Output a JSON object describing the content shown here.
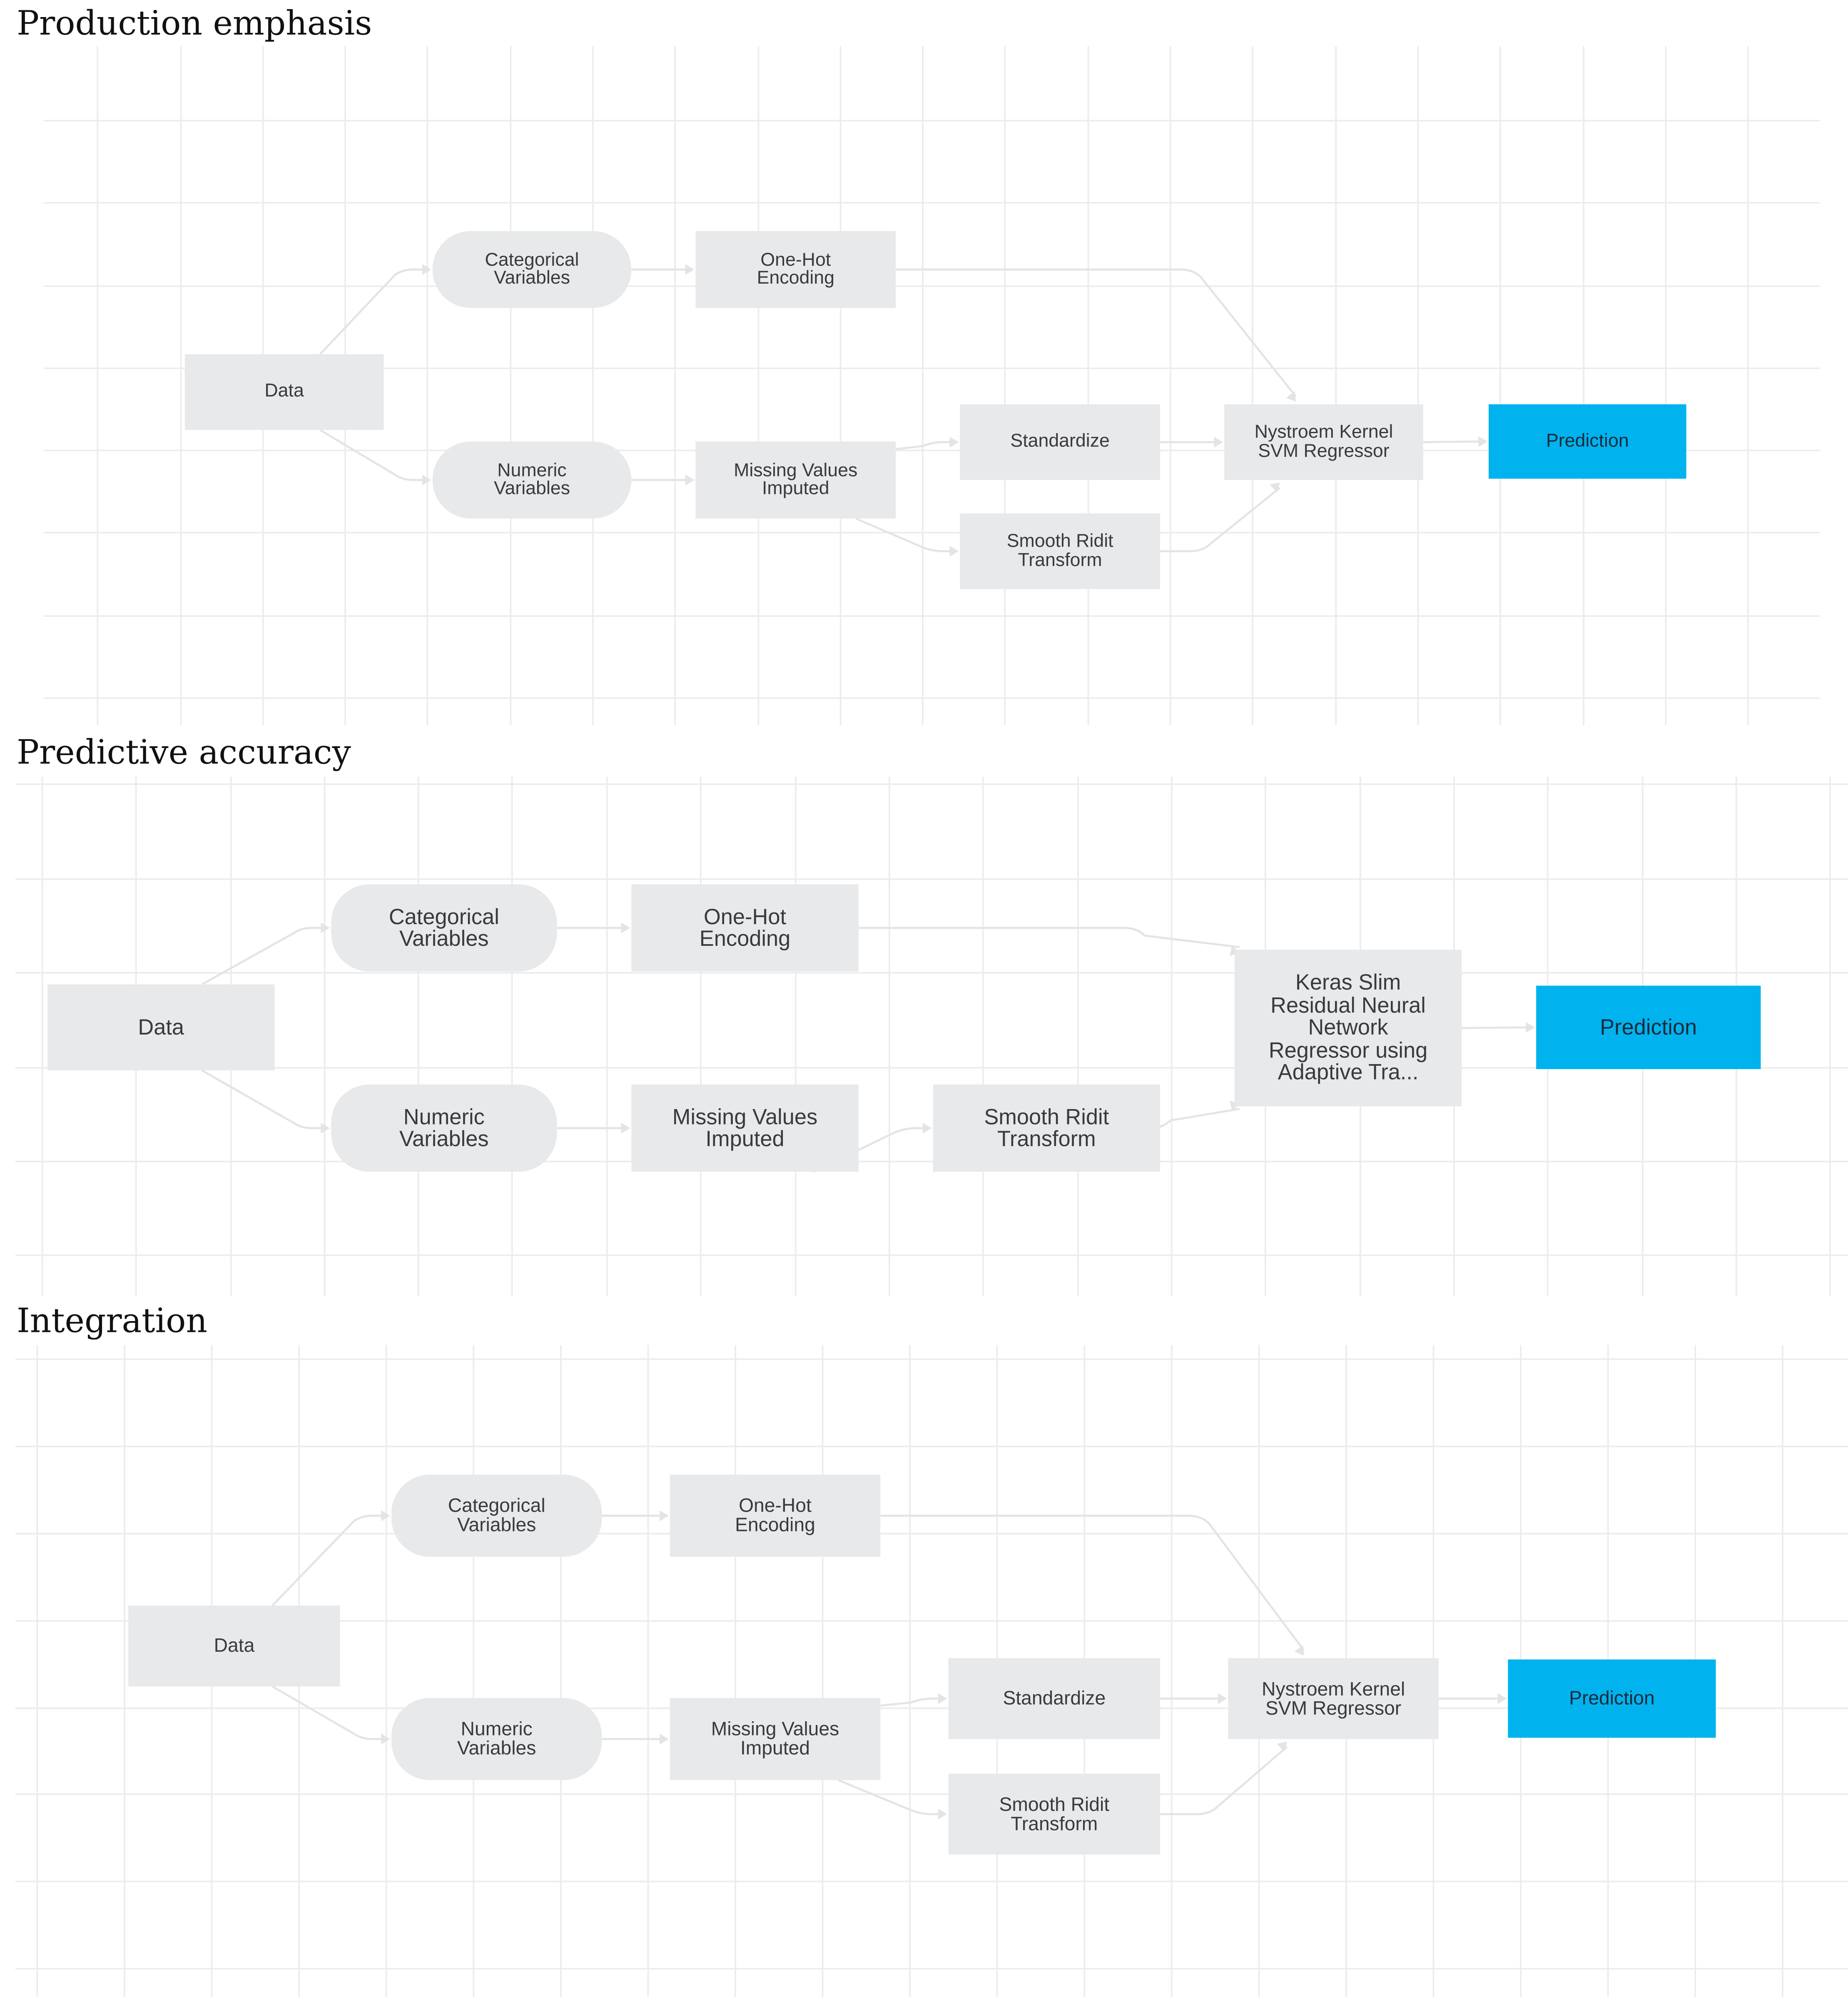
{
  "diagrams": [
    {
      "title": "Production emphasis",
      "nodes": [
        {
          "id": "data",
          "label": "Data"
        },
        {
          "id": "cat",
          "label": "Categorical\nVariables"
        },
        {
          "id": "num",
          "label": "Numeric\nVariables"
        },
        {
          "id": "onehot",
          "label": "One-Hot\nEncoding"
        },
        {
          "id": "missing",
          "label": "Missing Values\nImputed"
        },
        {
          "id": "standardize",
          "label": "Standardize"
        },
        {
          "id": "ridit",
          "label": "Smooth Ridit\nTransform"
        },
        {
          "id": "model",
          "label": "Nystroem Kernel\nSVM Regressor"
        },
        {
          "id": "prediction",
          "label": "Prediction"
        }
      ],
      "edges": [
        [
          "data",
          "cat"
        ],
        [
          "data",
          "num"
        ],
        [
          "cat",
          "onehot"
        ],
        [
          "num",
          "missing"
        ],
        [
          "missing",
          "standardize"
        ],
        [
          "missing",
          "ridit"
        ],
        [
          "onehot",
          "model"
        ],
        [
          "standardize",
          "model"
        ],
        [
          "ridit",
          "model"
        ],
        [
          "model",
          "prediction"
        ]
      ]
    },
    {
      "title": "Predictive accuracy",
      "nodes": [
        {
          "id": "data",
          "label": "Data"
        },
        {
          "id": "cat",
          "label": "Categorical\nVariables"
        },
        {
          "id": "num",
          "label": "Numeric\nVariables"
        },
        {
          "id": "onehot",
          "label": "One-Hot\nEncoding"
        },
        {
          "id": "missing",
          "label": "Missing Values\nImputed"
        },
        {
          "id": "ridit",
          "label": "Smooth Ridit\nTransform"
        },
        {
          "id": "model",
          "label": "Keras Slim\nResidual Neural\nNetwork\nRegressor using\nAdaptive Tra..."
        },
        {
          "id": "prediction",
          "label": "Prediction"
        }
      ],
      "edges": [
        [
          "data",
          "cat"
        ],
        [
          "data",
          "num"
        ],
        [
          "cat",
          "onehot"
        ],
        [
          "num",
          "missing"
        ],
        [
          "missing",
          "ridit"
        ],
        [
          "onehot",
          "model"
        ],
        [
          "ridit",
          "model"
        ],
        [
          "model",
          "prediction"
        ]
      ]
    },
    {
      "title": "Integration",
      "nodes": [
        {
          "id": "data",
          "label": "Data"
        },
        {
          "id": "cat",
          "label": "Categorical\nVariables"
        },
        {
          "id": "num",
          "label": "Numeric\nVariables"
        },
        {
          "id": "onehot",
          "label": "One-Hot\nEncoding"
        },
        {
          "id": "missing",
          "label": "Missing Values\nImputed"
        },
        {
          "id": "standardize",
          "label": "Standardize"
        },
        {
          "id": "ridit",
          "label": "Smooth Ridit\nTransform"
        },
        {
          "id": "model",
          "label": "Nystroem Kernel\nSVM Regressor"
        },
        {
          "id": "prediction",
          "label": "Prediction"
        }
      ],
      "edges": [
        [
          "data",
          "cat"
        ],
        [
          "data",
          "num"
        ],
        [
          "cat",
          "onehot"
        ],
        [
          "num",
          "missing"
        ],
        [
          "missing",
          "standardize"
        ],
        [
          "missing",
          "ridit"
        ],
        [
          "onehot",
          "model"
        ],
        [
          "standardize",
          "model"
        ],
        [
          "ridit",
          "model"
        ],
        [
          "model",
          "prediction"
        ]
      ]
    }
  ],
  "colors": {
    "node_fill": "#e8e9eb",
    "target_fill": "#00b3ee",
    "edge": "#e4e4e4",
    "grid": "#ececec"
  }
}
